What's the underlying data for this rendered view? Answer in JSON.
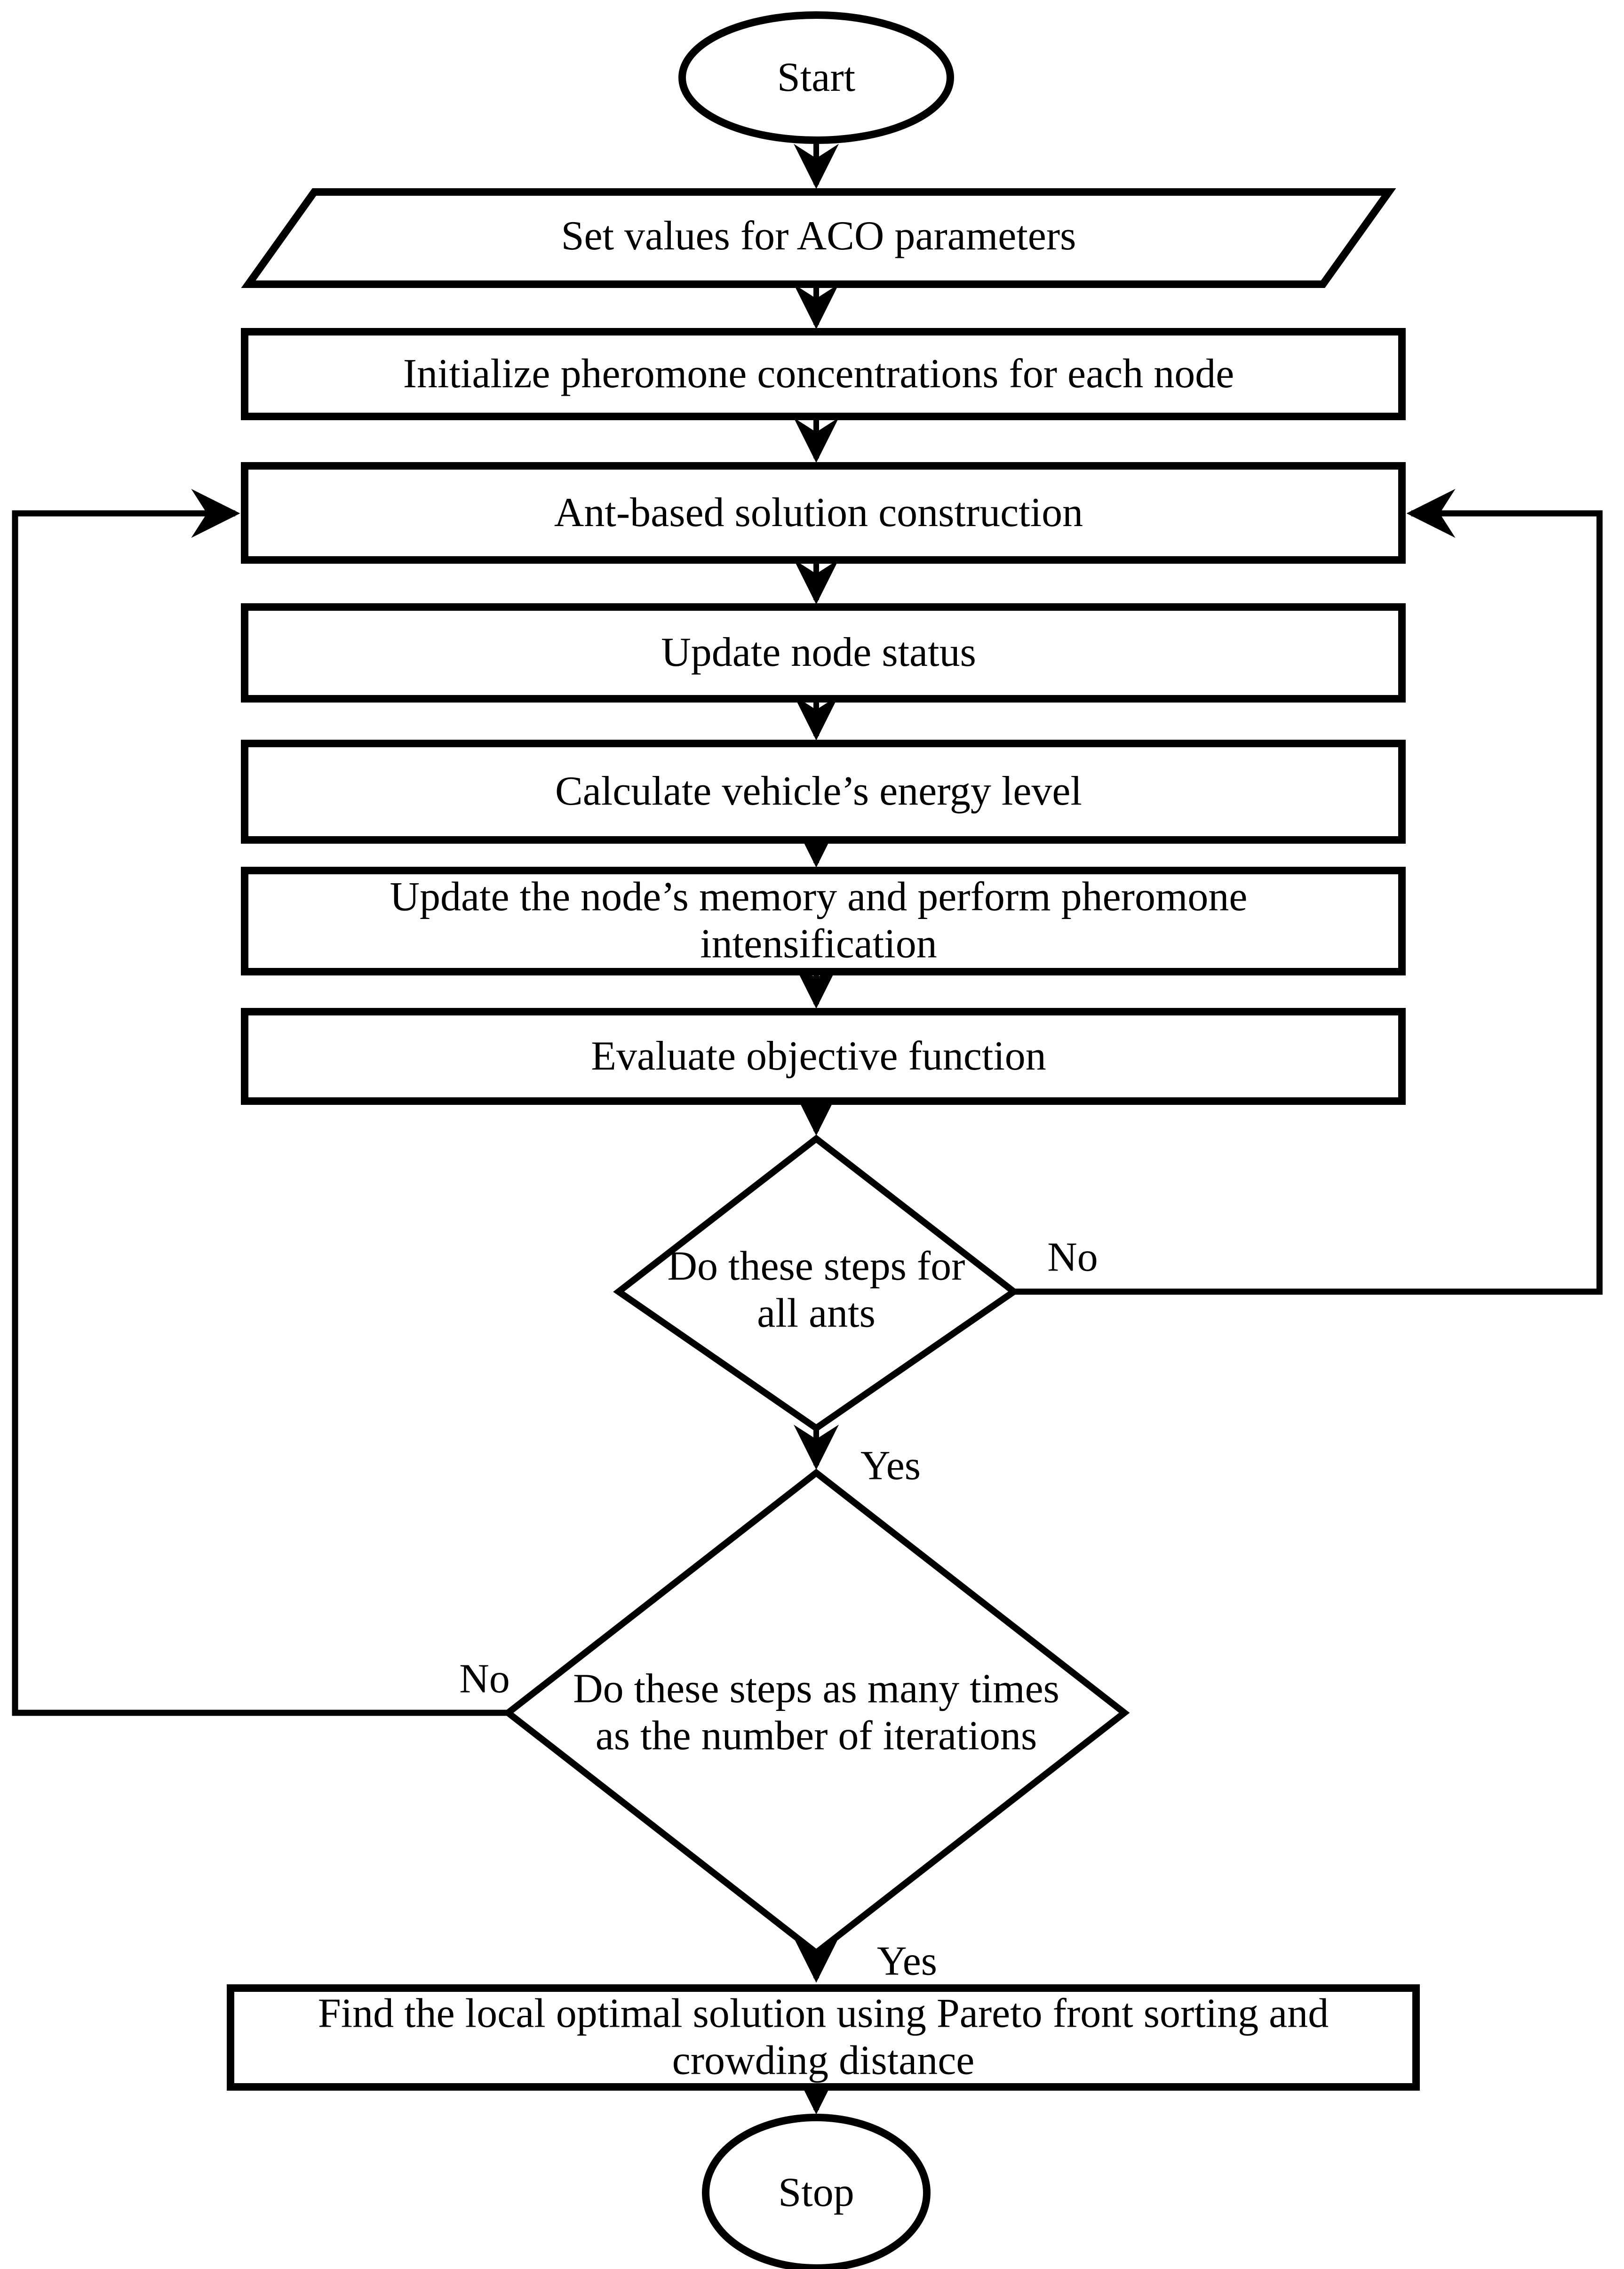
{
  "nodes": {
    "start": {
      "type": "terminator",
      "label": "Start"
    },
    "set_aco_parameters": {
      "type": "data-io",
      "label": "Set values for ACO parameters"
    },
    "initialize_pheromone": {
      "type": "process",
      "label": "Initialize pheromone concentrations for each node"
    },
    "ant_based_construction": {
      "type": "process",
      "label": "Ant-based solution construction"
    },
    "update_node_status": {
      "type": "process",
      "label": "Update node status"
    },
    "calculate_energy": {
      "type": "process",
      "label": "Calculate vehicle’s energy level"
    },
    "update_memory_intensify": {
      "type": "process",
      "label": "Update the node’s memory and perform pheromone\nintensification"
    },
    "evaluate_objective": {
      "type": "process",
      "label": "Evaluate objective function"
    },
    "decision_all_ants": {
      "type": "decision",
      "label": "Do these steps for\nall ants"
    },
    "decision_iterations": {
      "type": "decision",
      "label": "Do these steps as many times\nas the number of iterations"
    },
    "find_local_optimal": {
      "type": "process",
      "label": "Find the local optimal solution using Pareto front sorting and\ncrowding distance"
    },
    "stop": {
      "type": "terminator",
      "label": "Stop"
    }
  },
  "edges": {
    "all_ants_no": "No",
    "all_ants_yes": "Yes",
    "iterations_no": "No",
    "iterations_yes": "Yes"
  },
  "colors": {
    "stroke": "#000000",
    "fill": "#ffffff",
    "text": "#000000"
  }
}
